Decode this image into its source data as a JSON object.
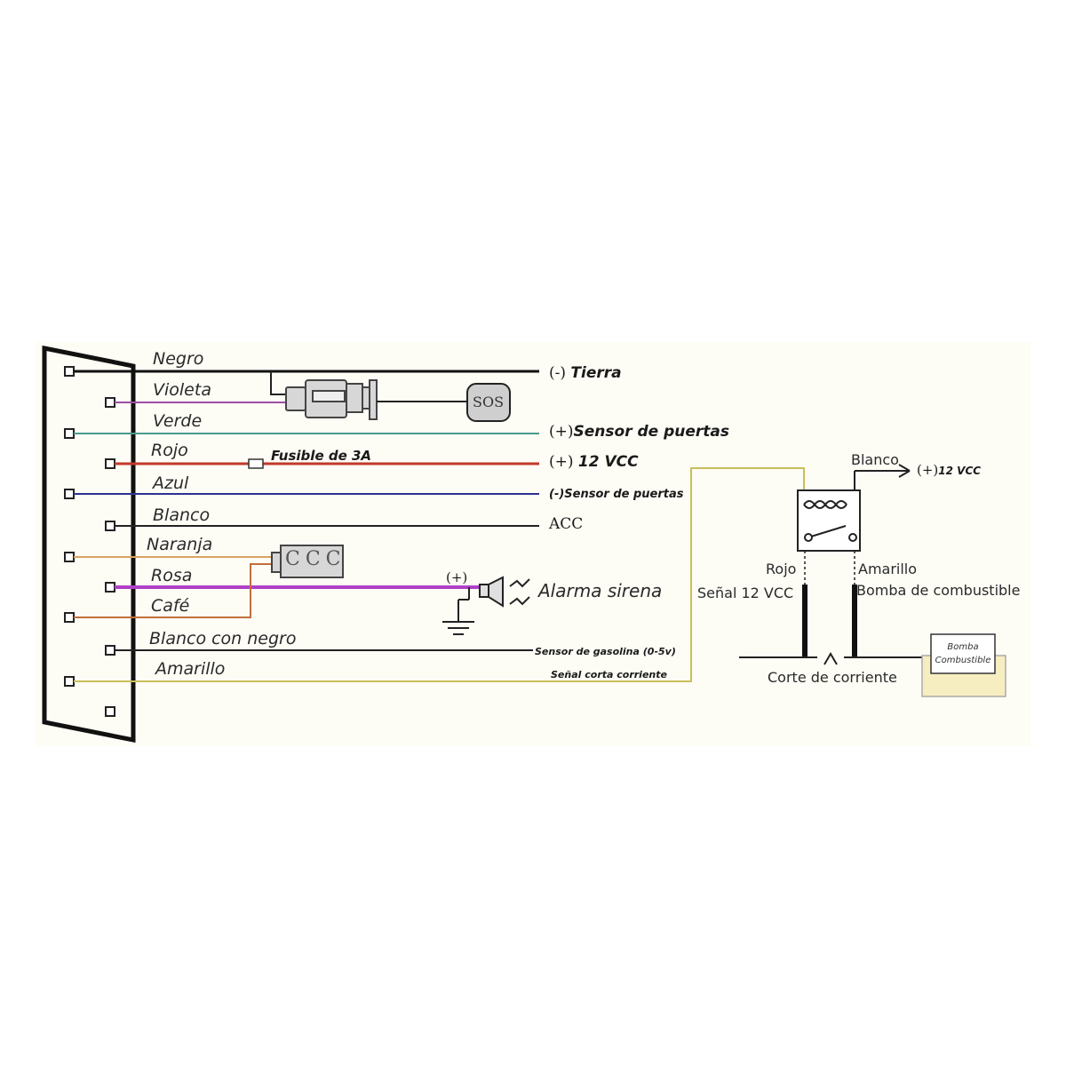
{
  "colors": {
    "Negro": "#111111",
    "Violeta": "#9b4fa3",
    "Verde": "#4a9a8e",
    "Rojo": "#c0392b",
    "Azul": "#2e3192",
    "Blanco": "#222222",
    "Naranja": "#d8a460",
    "Rosa": "#b040c8",
    "Cafe": "#c0703a",
    "BlancoNegro": "#222222",
    "Amarillo": "#c9bf5a"
  },
  "wires": [
    {
      "label": "Negro"
    },
    {
      "label": "Violeta"
    },
    {
      "label": "Verde"
    },
    {
      "label": "Rojo"
    },
    {
      "label": "Azul"
    },
    {
      "label": "Blanco"
    },
    {
      "label": "Naranja"
    },
    {
      "label": "Rosa"
    },
    {
      "label": "Café"
    },
    {
      "label": "Blanco con negro"
    },
    {
      "label": "Amarillo"
    }
  ],
  "destinations": {
    "tierra_prefix": "(-)",
    "tierra": "Tierra",
    "sensor_puertas_pos_prefix": "(+)",
    "sensor_puertas_pos": "Sensor de puertas",
    "vcc_prefix": "(+)",
    "vcc": "12 VCC",
    "sensor_puertas_neg": "(-)Sensor de puertas",
    "acc": "ACC",
    "siren_plus": "(+)",
    "alarma": "Alarma sirena",
    "sensor_gasolina": "Sensor de gasolina (0-5v)",
    "senal_corte": "Señal corta corriente"
  },
  "components": {
    "sos": "SOS",
    "fuse": "Fusible de 3A",
    "mic_glyphs": "CCC"
  },
  "relay": {
    "blanco": "Blanco",
    "vcc_prefix": "(+)",
    "vcc": "12 VCC",
    "rojo": "Rojo",
    "senal": "Señal 12 VCC",
    "amarillo": "Amarillo",
    "bomba_label": "Bomba de combustible",
    "corte": "Corte de corriente",
    "pump_line1": "Bomba",
    "pump_line2": "Combustible"
  }
}
